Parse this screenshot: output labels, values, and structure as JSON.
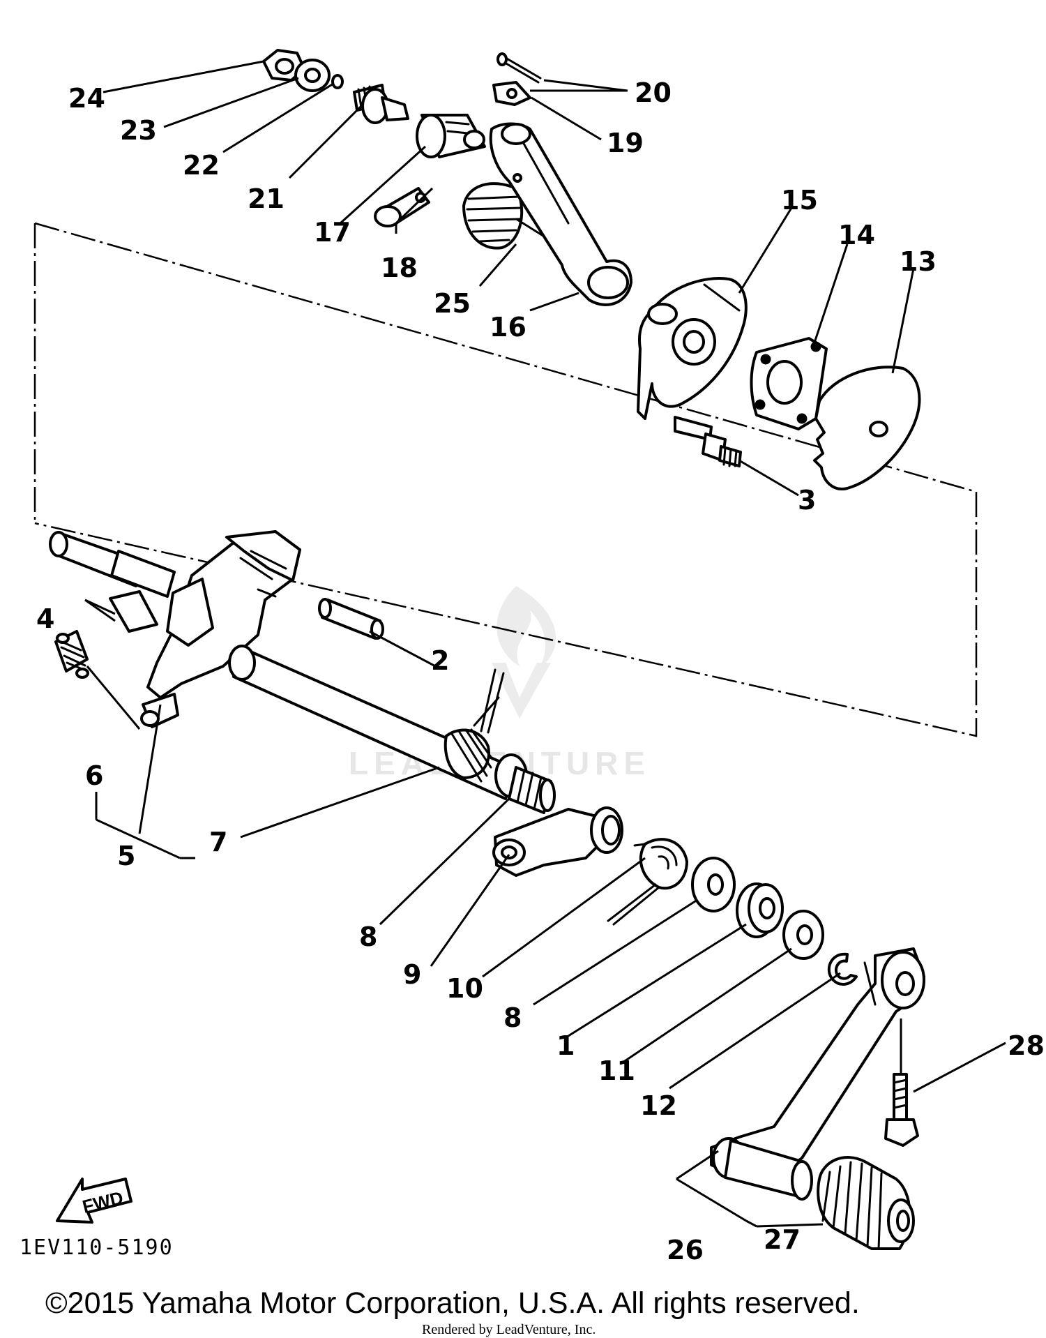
{
  "diagram": {
    "callouts": {
      "c1": "1",
      "c2": "2",
      "c3": "3",
      "c4": "4",
      "c5": "5",
      "c6": "6",
      "c7": "7",
      "c8a": "8",
      "c8b": "8",
      "c9": "9",
      "c10": "10",
      "c11": "11",
      "c12": "12",
      "c13": "13",
      "c14": "14",
      "c15": "15",
      "c16": "16",
      "c17": "17",
      "c18": "18",
      "c19": "19",
      "c20": "20",
      "c21": "21",
      "c22": "22",
      "c23": "23",
      "c24": "24",
      "c25": "25",
      "c26": "26",
      "c27": "27",
      "c28": "28"
    },
    "fwd_label": "FWD",
    "drawing_code": "1EV110-5190",
    "copyright": "©2015 Yamaha Motor Corporation, U.S.A. All rights reserved.",
    "rendered_by": "Rendered by LeadVenture, Inc.",
    "watermark": "LEADVENTURE"
  }
}
